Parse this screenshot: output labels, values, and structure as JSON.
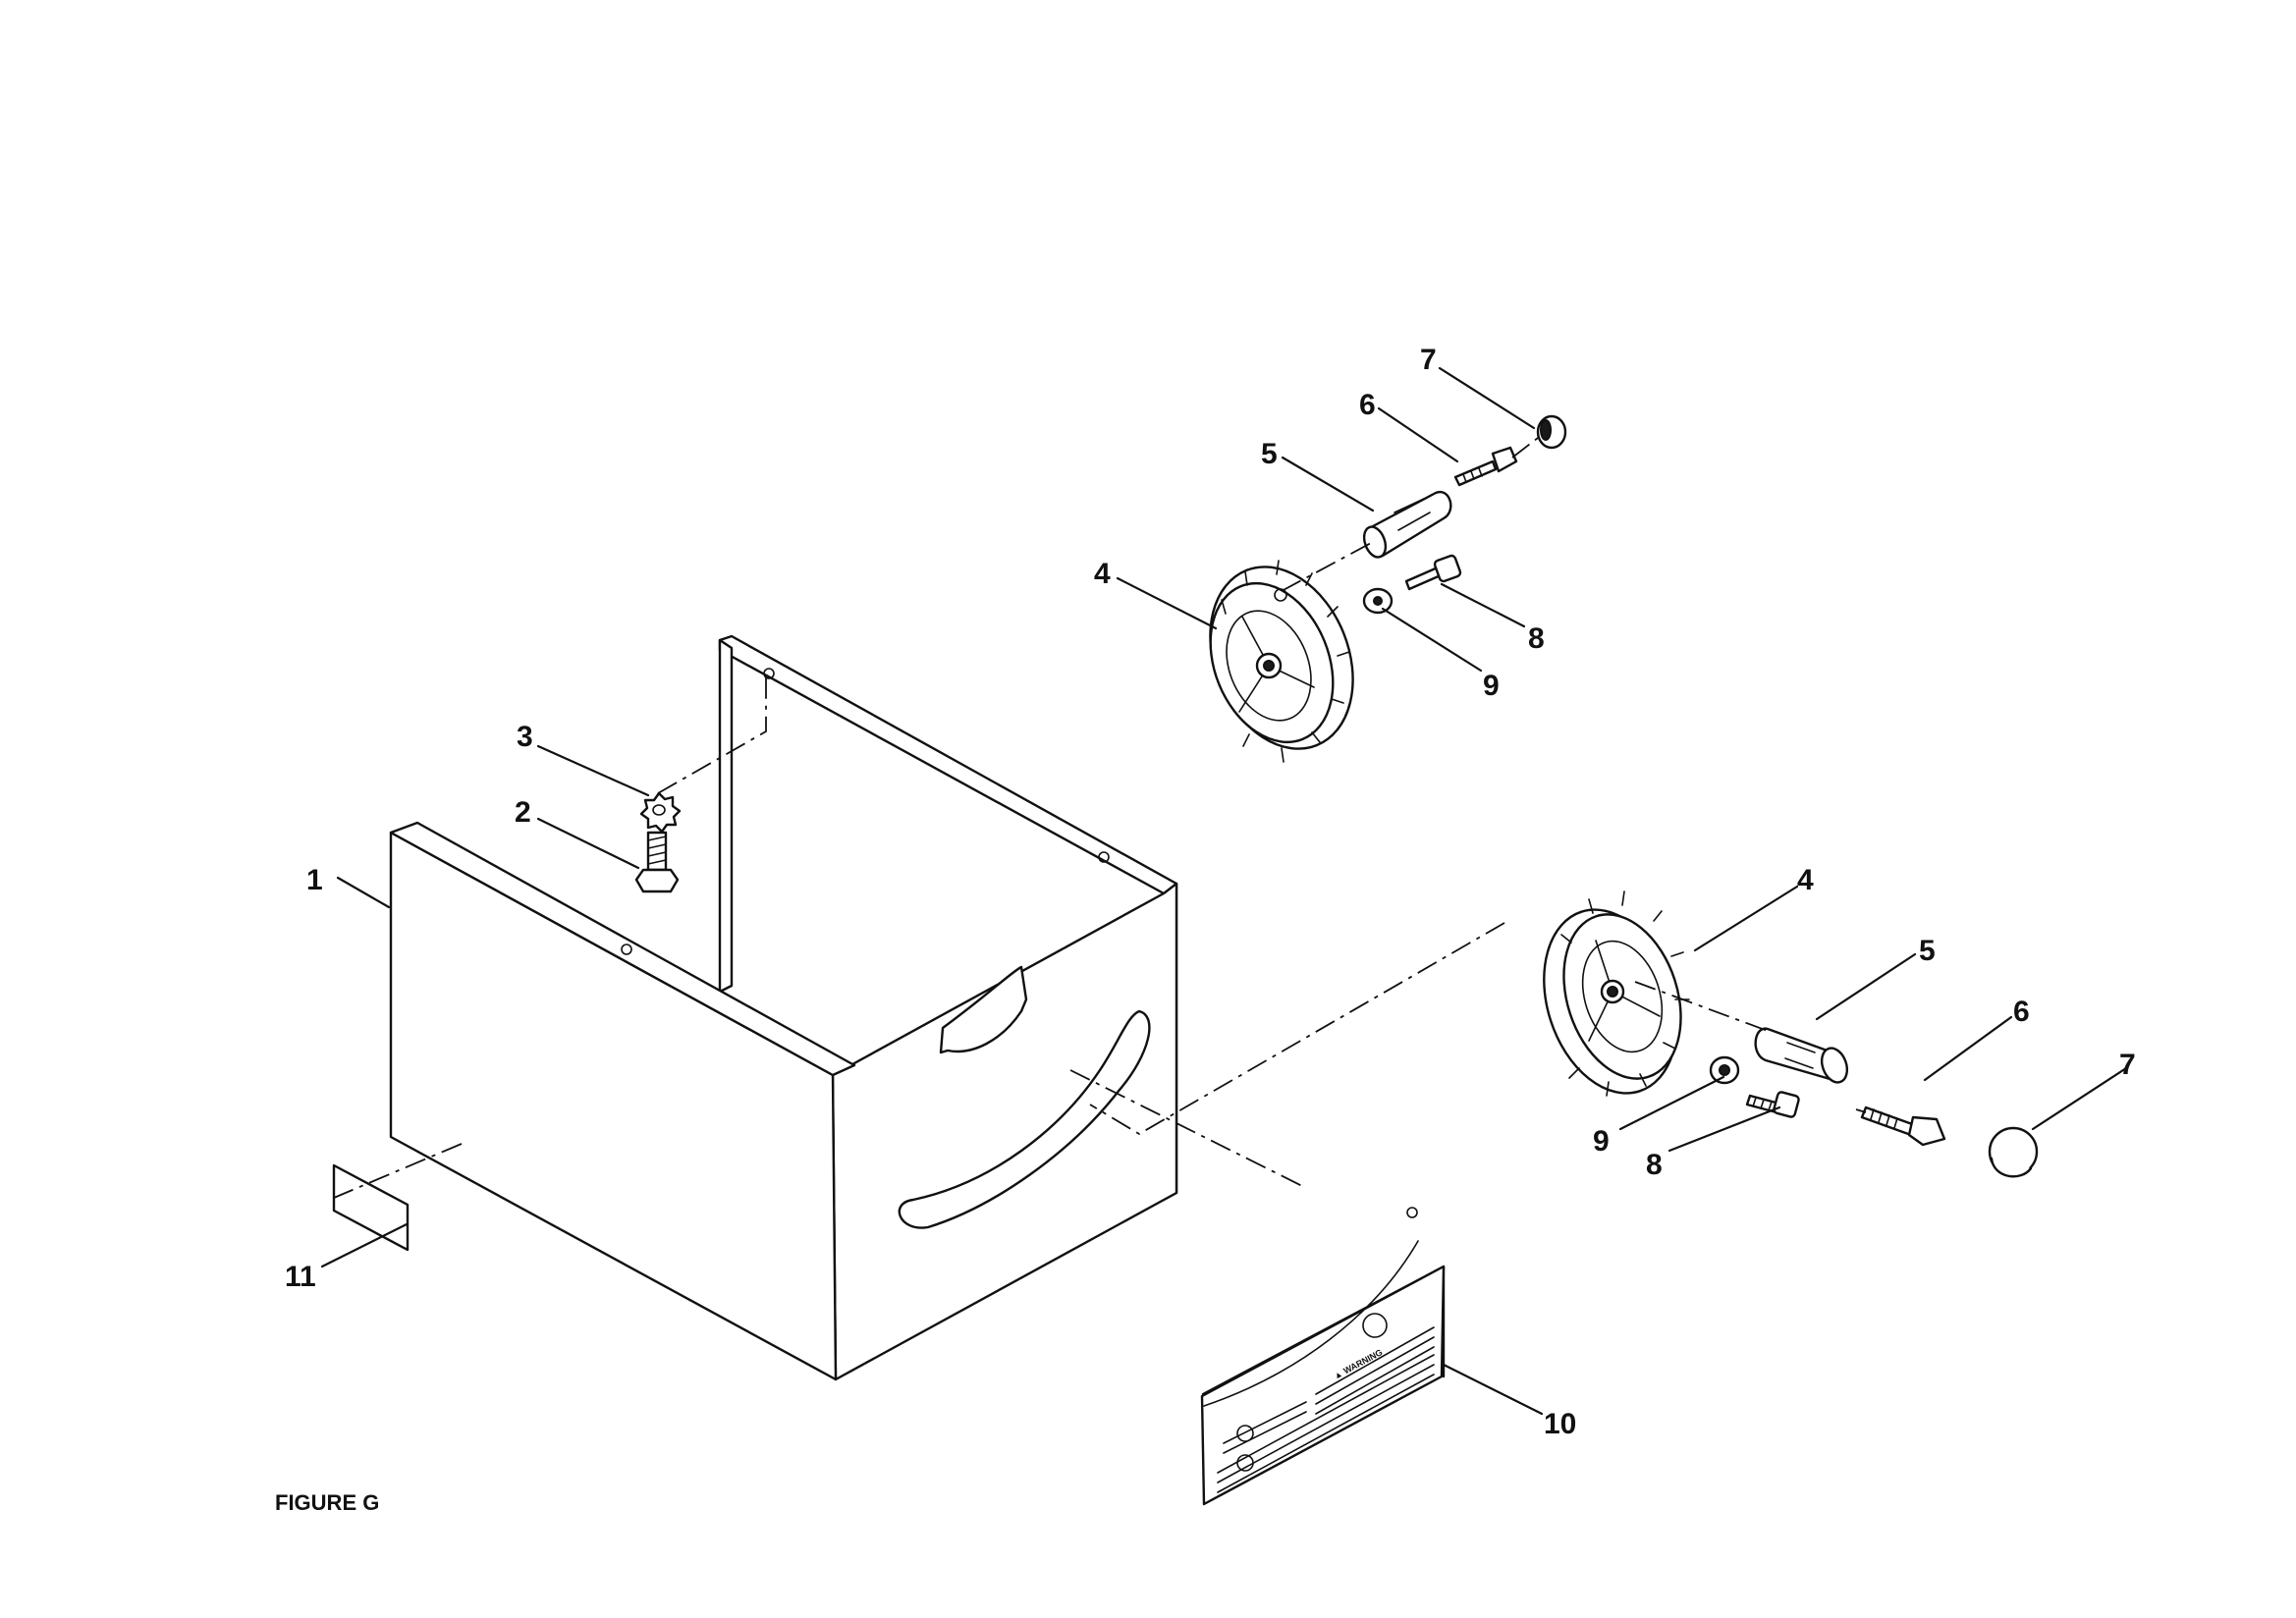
{
  "figure_label": "FIGURE G",
  "callouts": {
    "p1": "1",
    "p2": "2",
    "p3": "3",
    "p4a": "4",
    "p5a": "5",
    "p6a": "6",
    "p7a": "7",
    "p8a": "8",
    "p9a": "9",
    "p4b": "4",
    "p5b": "5",
    "p6b": "6",
    "p7b": "7",
    "p8b": "8",
    "p9b": "9",
    "p10": "10",
    "p11": "11"
  },
  "warning_label": {
    "header": "▲ WARNING"
  }
}
